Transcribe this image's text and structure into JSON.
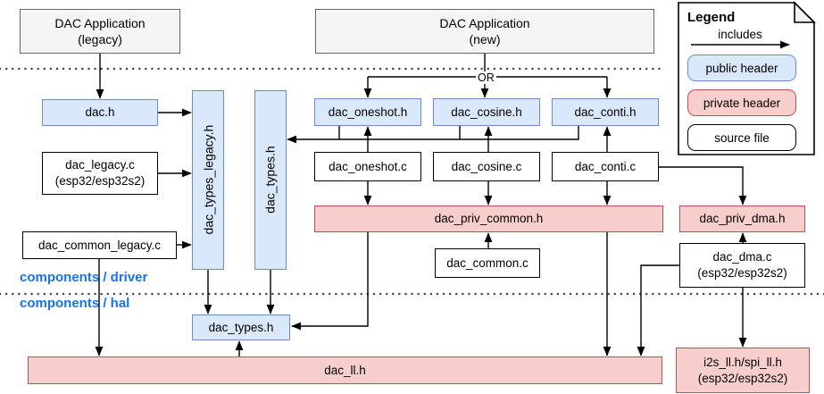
{
  "nodes": {
    "app_legacy": {
      "line1": "DAC Application",
      "line2": "(legacy)"
    },
    "app_new": {
      "line1": "DAC Application",
      "line2": "(new)"
    },
    "dac_h": "dac.h",
    "dac_legacy_c": {
      "line1": "dac_legacy.c",
      "line2": "(esp32/esp32s2)"
    },
    "dac_common_legacy_c": "dac_common_legacy.c",
    "dac_types_legacy_h": "dac_types_legacy.h",
    "dac_types_h_driver": "dac_types.h",
    "dac_oneshot_h": "dac_oneshot.h",
    "dac_cosine_h": "dac_cosine.h",
    "dac_conti_h": "dac_conti.h",
    "dac_oneshot_c": "dac_oneshot.c",
    "dac_cosine_c": "dac_cosine.c",
    "dac_conti_c": "dac_conti.c",
    "dac_priv_common_h": "dac_priv_common.h",
    "dac_common_c": "dac_common.c",
    "dac_priv_dma_h": "dac_priv_dma.h",
    "dac_dma_c": {
      "line1": "dac_dma.c",
      "line2": "(esp32/esp32s2)"
    },
    "dac_types_h_hal": "dac_types.h",
    "dac_ll_h": "dac_ll.h",
    "i2s_spi_ll_h": {
      "line1": "i2s_ll.h/spi_ll.h",
      "line2": "(esp32/esp32s2)"
    }
  },
  "labels": {
    "or": "OR",
    "layer_driver": "components / driver",
    "layer_hal": "components / hal"
  },
  "legend": {
    "title": "Legend",
    "includes": "includes",
    "public_header": "public header",
    "private_header": "private header",
    "source_file": "source file"
  },
  "colors": {
    "public_header_fill": "#dae8fc",
    "public_header_stroke": "#6c8ebf",
    "private_header_fill": "#f8cecc",
    "private_header_stroke": "#b85450",
    "source_file_fill": "#ffffff",
    "source_file_stroke": "#000000",
    "application_fill": "#f5f5f5",
    "application_stroke": "#666666",
    "layer_label_text": "#1a73e8",
    "connector": "#000000"
  },
  "edges": [
    {
      "from": "DAC Application (legacy)",
      "to": "dac.h"
    },
    {
      "from": "dac.h",
      "to": "dac_types_legacy.h"
    },
    {
      "from": "dac_legacy.c",
      "to": "dac_types_legacy.h"
    },
    {
      "from": "dac_common_legacy.c",
      "to": "dac_types_legacy.h"
    },
    {
      "from": "dac_common_legacy.c",
      "to": "dac_ll.h"
    },
    {
      "from": "DAC Application (new)",
      "to": "dac_oneshot.h",
      "note": "OR"
    },
    {
      "from": "DAC Application (new)",
      "to": "dac_cosine.h",
      "note": "OR"
    },
    {
      "from": "DAC Application (new)",
      "to": "dac_conti.h",
      "note": "OR"
    },
    {
      "from": "dac_oneshot.h",
      "to": "dac_types.h (driver)"
    },
    {
      "from": "dac_cosine.h",
      "to": "dac_types.h (driver)"
    },
    {
      "from": "dac_conti.h",
      "to": "dac_types.h (driver)"
    },
    {
      "from": "dac_oneshot.c",
      "to": "dac_oneshot.h"
    },
    {
      "from": "dac_cosine.c",
      "to": "dac_cosine.h"
    },
    {
      "from": "dac_conti.c",
      "to": "dac_conti.h"
    },
    {
      "from": "dac_oneshot.c",
      "to": "dac_priv_common.h"
    },
    {
      "from": "dac_cosine.c",
      "to": "dac_priv_common.h"
    },
    {
      "from": "dac_conti.c",
      "to": "dac_priv_common.h"
    },
    {
      "from": "dac_conti.c",
      "to": "dac_priv_dma.h"
    },
    {
      "from": "dac_common.c",
      "to": "dac_priv_common.h"
    },
    {
      "from": "dac_priv_common.h",
      "to": "dac_types.h (hal)"
    },
    {
      "from": "dac_priv_common.h",
      "to": "dac_ll.h"
    },
    {
      "from": "dac_dma.c",
      "to": "dac_priv_dma.h"
    },
    {
      "from": "dac_dma.c",
      "to": "dac_ll.h"
    },
    {
      "from": "dac_dma.c",
      "to": "i2s_ll.h/spi_ll.h"
    },
    {
      "from": "dac_types_legacy.h",
      "to": "dac_types.h (hal)"
    },
    {
      "from": "dac_types.h (driver)",
      "to": "dac_types.h (hal)"
    },
    {
      "from": "dac_ll.h",
      "to": "dac_types.h (hal)"
    }
  ]
}
